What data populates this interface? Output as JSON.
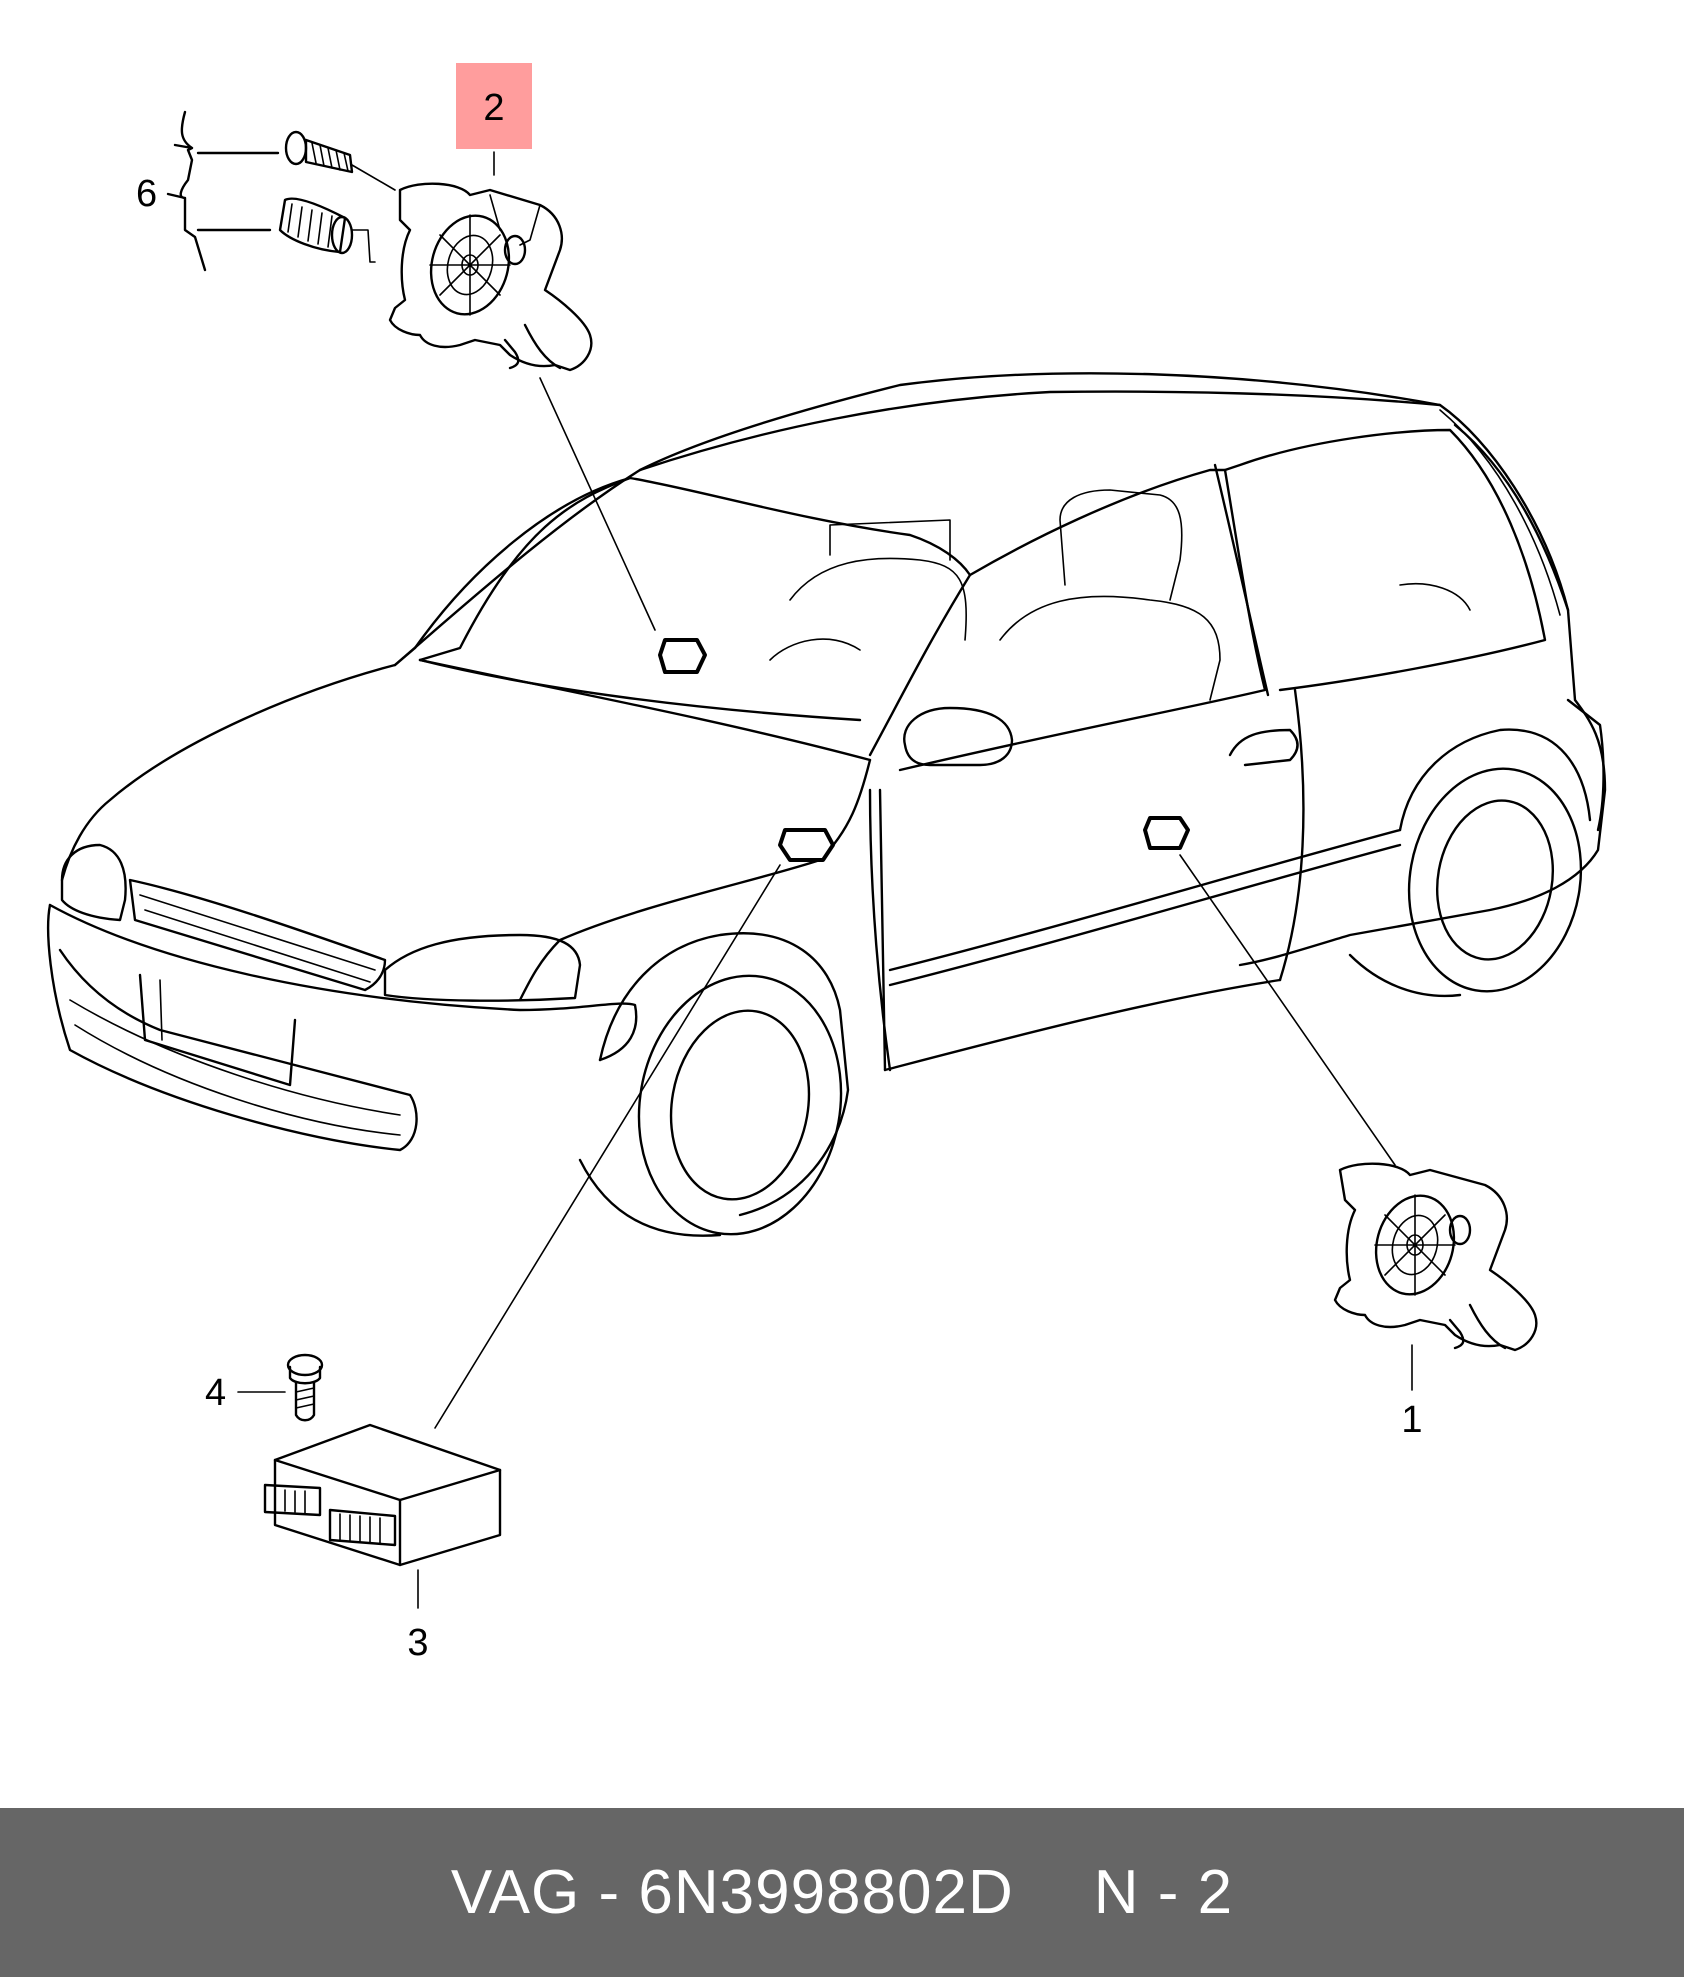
{
  "diagram": {
    "callouts": [
      {
        "id": "1",
        "label": "1"
      },
      {
        "id": "2",
        "label": "2",
        "highlight": true
      },
      {
        "id": "3",
        "label": "3"
      },
      {
        "id": "4",
        "label": "4"
      },
      {
        "id": "6",
        "label": "6"
      }
    ],
    "highlight_color": "#ff9d9d",
    "line_color": "#000000",
    "background_color": "#ffffff"
  },
  "footer": {
    "brand": "VAG",
    "separator": "-",
    "part_number": "6N3998802D",
    "position_label": "N - 2",
    "background_color": "#666666",
    "text_color": "#ffffff"
  }
}
